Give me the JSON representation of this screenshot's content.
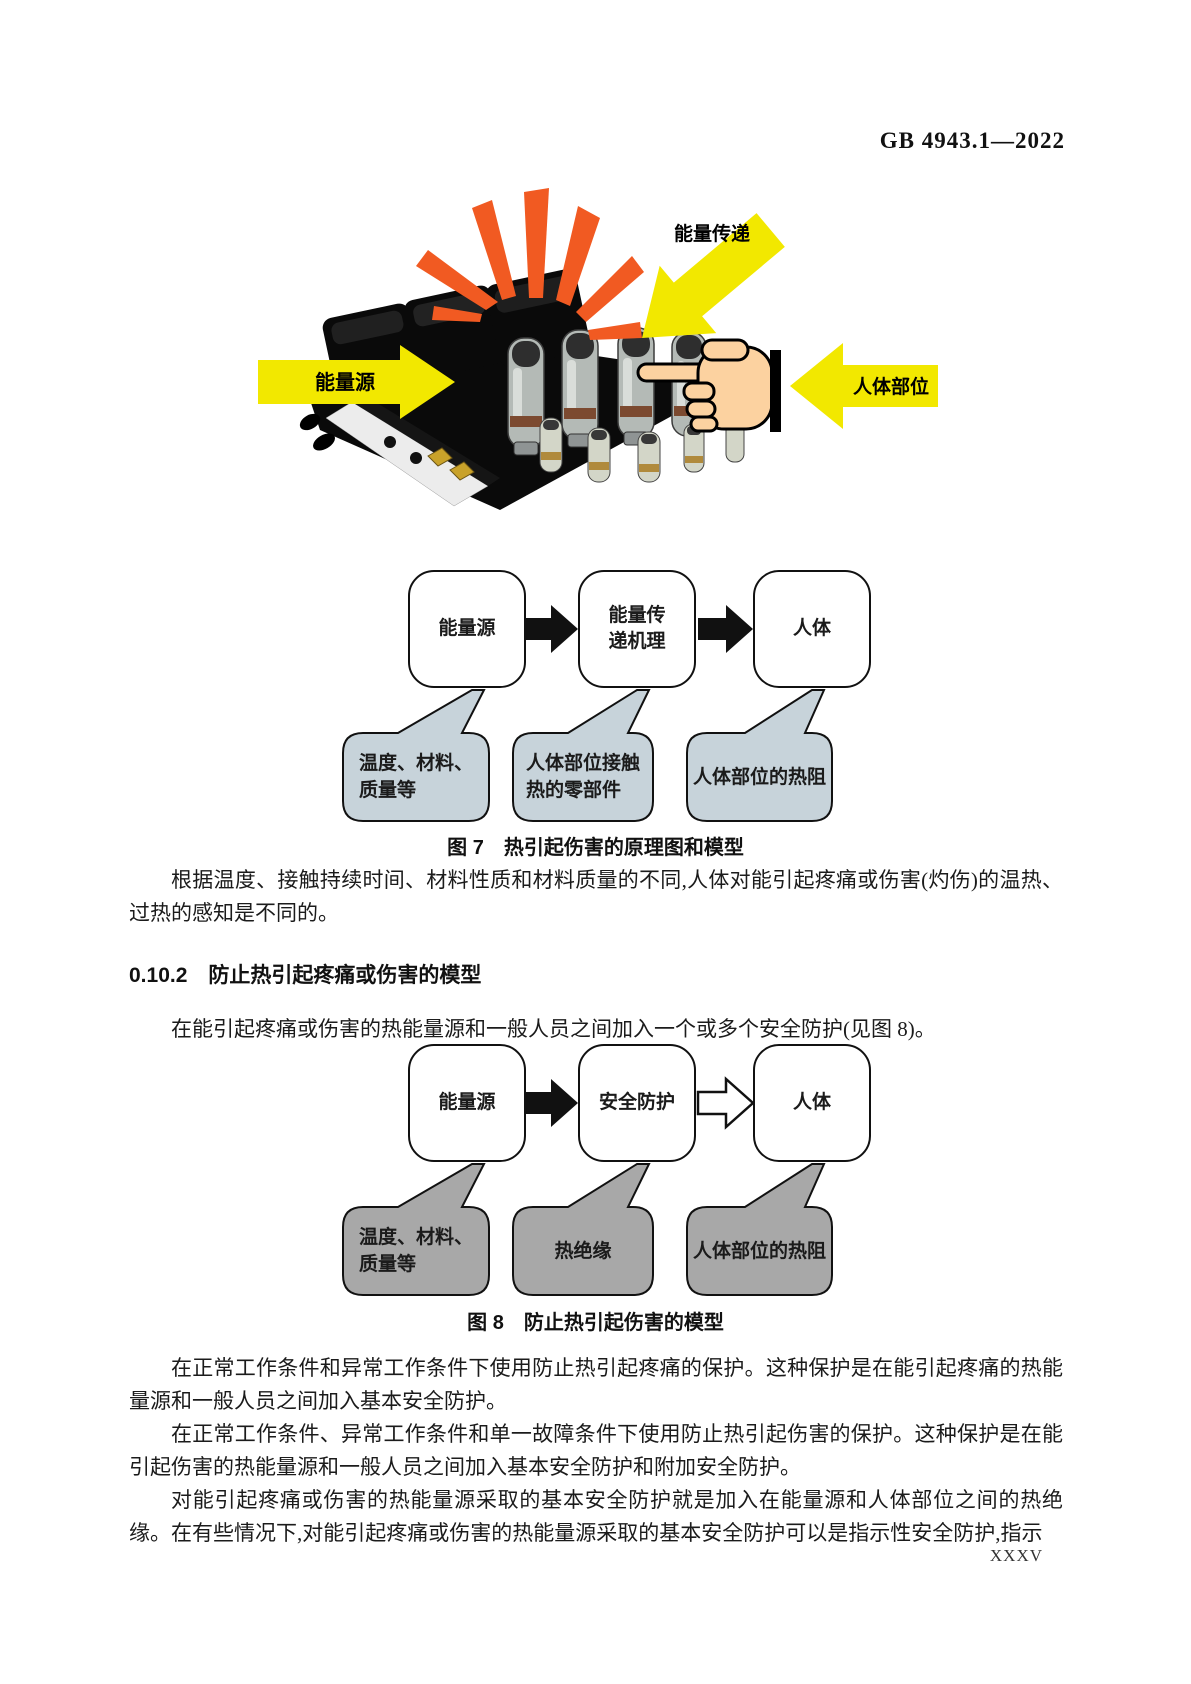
{
  "doc_number": "GB 4943.1—2022",
  "page_number": "XXXV",
  "illustration": {
    "labels": {
      "energy_source": "能量源",
      "energy_transfer": "能量传递",
      "body_part": "人体部位"
    },
    "colors": {
      "arrow_yellow": "#f2e800",
      "ray_orange": "#f15a22",
      "hand_skin": "#fcd2a0"
    }
  },
  "figure7": {
    "caption": "图 7　热引起伤害的原理图和模型",
    "boxes": [
      "能量源",
      "能量传\n递机理",
      "人体"
    ],
    "callouts": [
      "温度、材料、\n质量等",
      "人体部位接触\n热的零部件",
      "人体部位的热阻"
    ],
    "callout_color": "#c7d3da"
  },
  "figure8": {
    "caption": "图 8　防止热引起伤害的模型",
    "boxes": [
      "能量源",
      "安全防护",
      "人体"
    ],
    "callouts": [
      "温度、材料、\n质量等",
      "热绝缘",
      "人体部位的热阻"
    ],
    "callout_color": "#a8a8a8"
  },
  "text": {
    "para1": "根据温度、接触持续时间、材料性质和材料质量的不同,人体对能引起疼痛或伤害(灼伤)的温热、过热的感知是不同的。",
    "heading_0_10_2": "0.10.2　防止热引起疼痛或伤害的模型",
    "para2": "在能引起疼痛或伤害的热能量源和一般人员之间加入一个或多个安全防护(见图 8)。",
    "para3": "在正常工作条件和异常工作条件下使用防止热引起疼痛的保护。这种保护是在能引起疼痛的热能量源和一般人员之间加入基本安全防护。",
    "para4": "在正常工作条件、异常工作条件和单一故障条件下使用防止热引起伤害的保护。这种保护是在能引起伤害的热能量源和一般人员之间加入基本安全防护和附加安全防护。",
    "para5": "对能引起疼痛或伤害的热能量源采取的基本安全防护就是加入在能量源和人体部位之间的热绝缘。在有些情况下,对能引起疼痛或伤害的热能量源采取的基本安全防护可以是指示性安全防护,指示"
  }
}
